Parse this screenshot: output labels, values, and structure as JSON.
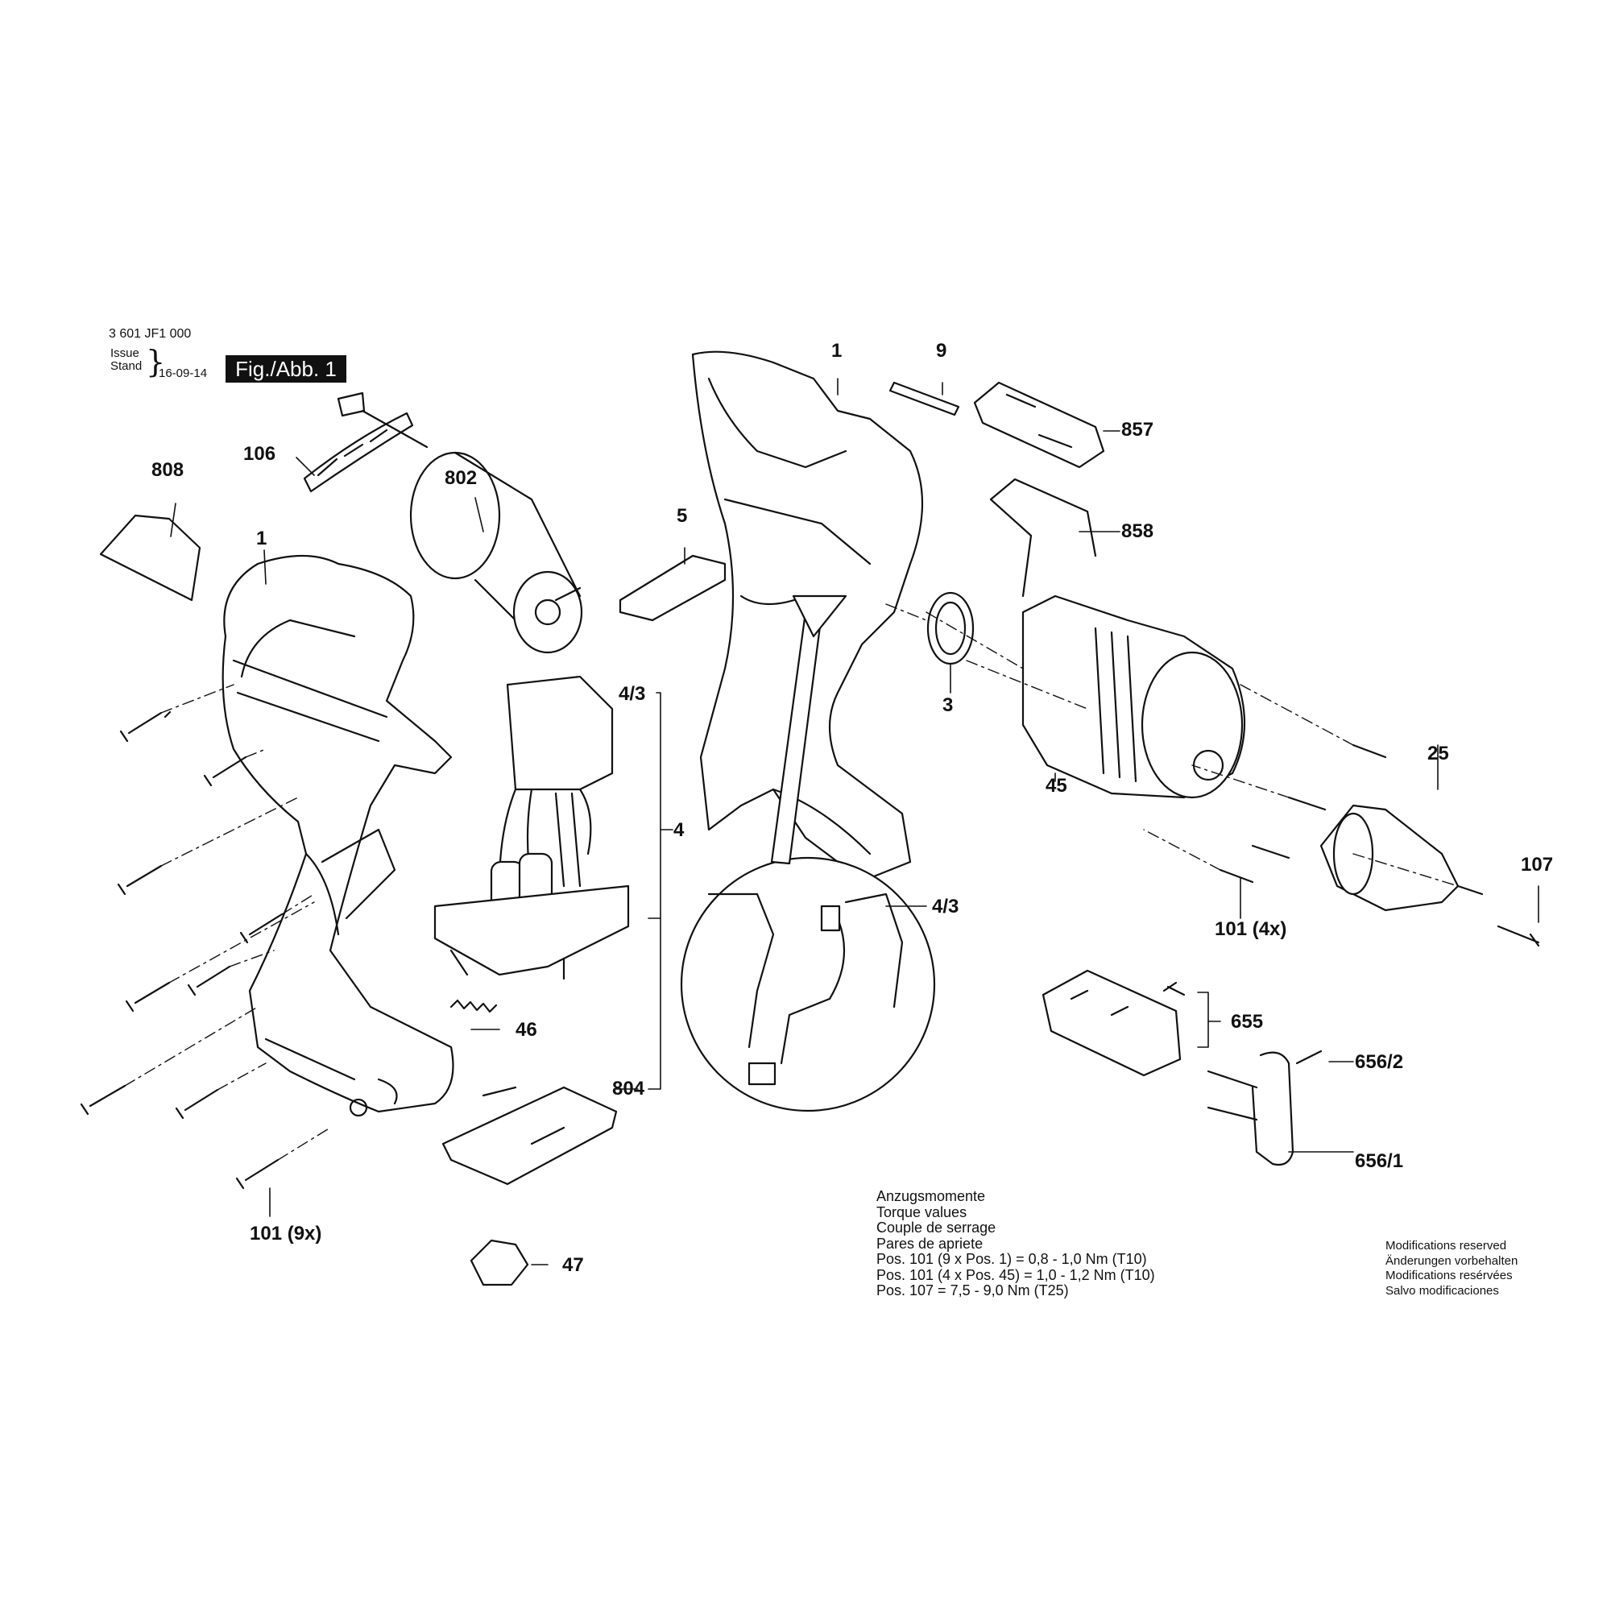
{
  "header": {
    "part_number": "3 601 JF1 000",
    "issue_label": "Issue",
    "stand_label": "Stand",
    "issue_date": "16-09-14",
    "figure_label": "Fig./Abb. 1"
  },
  "callouts": {
    "c_1_left": "1",
    "c_1_right": "1",
    "c_3": "3",
    "c_4": "4",
    "c_4_3_a": "4/3",
    "c_4_3_b": "4/3",
    "c_5": "5",
    "c_9": "9",
    "c_25": "25",
    "c_45": "45",
    "c_46": "46",
    "c_47": "47",
    "c_101_9x": "101 (9x)",
    "c_101_4x": "101 (4x)",
    "c_106": "106",
    "c_107": "107",
    "c_655": "655",
    "c_656_1": "656/1",
    "c_656_2": "656/2",
    "c_802": "802",
    "c_804": "804",
    "c_808": "808",
    "c_857": "857",
    "c_858": "858"
  },
  "torque_notes": [
    "Anzugsmomente",
    "Torque values",
    "Couple de serrage",
    "Pares de apriete",
    "Pos. 101 (9 x Pos. 1)   = 0,8 - 1,0 Nm (T10)",
    "Pos. 101 (4 x Pos. 45) = 1,0 - 1,2 Nm (T10)",
    "Pos. 107  =  7,5 - 9,0 Nm (T25)"
  ],
  "modifications_notes": [
    "Modifications reserved",
    "Änderungen vorbehalten",
    "Modifications resérvées",
    "Salvo modificaciones"
  ],
  "colors": {
    "ink": "#111111",
    "paper": "#ffffff"
  }
}
